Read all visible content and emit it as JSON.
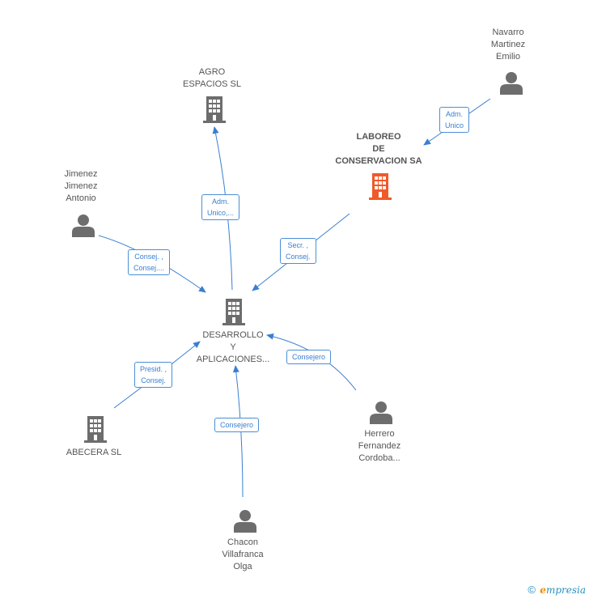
{
  "colors": {
    "edge": "#3a7fd0",
    "node": "#6d6d6d",
    "focus": "#f0592a"
  },
  "nodes": {
    "agro": {
      "label": [
        "AGRO",
        "ESPACIOS SL"
      ],
      "icon": "building-icon"
    },
    "laboreo": {
      "label": [
        "LABOREO",
        "DE",
        "CONSERVACION SA"
      ],
      "icon": "building-icon"
    },
    "navarro": {
      "label": [
        "Navarro",
        "Martinez",
        "Emilio"
      ],
      "icon": "person-icon"
    },
    "jimenez": {
      "label": [
        "Jimenez",
        "Jimenez",
        "Antonio"
      ],
      "icon": "person-icon"
    },
    "desarrollo": {
      "label": [
        "DESARROLLO",
        "Y",
        "APLICACIONES..."
      ],
      "icon": "building-icon"
    },
    "abecera": {
      "label": [
        "ABECERA SL"
      ],
      "icon": "building-icon"
    },
    "herrero": {
      "label": [
        "Herrero",
        "Fernandez",
        "Cordoba..."
      ],
      "icon": "person-icon"
    },
    "chacon": {
      "label": [
        "Chacon",
        "Villafranca",
        "Olga"
      ],
      "icon": "person-icon"
    }
  },
  "edges": {
    "navarro_laboreo": [
      "Adm.",
      "Unico"
    ],
    "desarrollo_agro": [
      "Adm.",
      "Unico,..."
    ],
    "laboreo_desarrollo": [
      "Secr. ,",
      "Consej."
    ],
    "jimenez_desarrollo": [
      "Consej. ,",
      "Consej...."
    ],
    "abecera_desarrollo": [
      "Presid. ,",
      "Consej."
    ],
    "herrero_desarrollo": [
      "Consejero"
    ],
    "chacon_desarrollo": [
      "Consejero"
    ]
  },
  "footer": {
    "copyright": "©",
    "brand_initial": "e",
    "brand_rest": "mpresia"
  }
}
